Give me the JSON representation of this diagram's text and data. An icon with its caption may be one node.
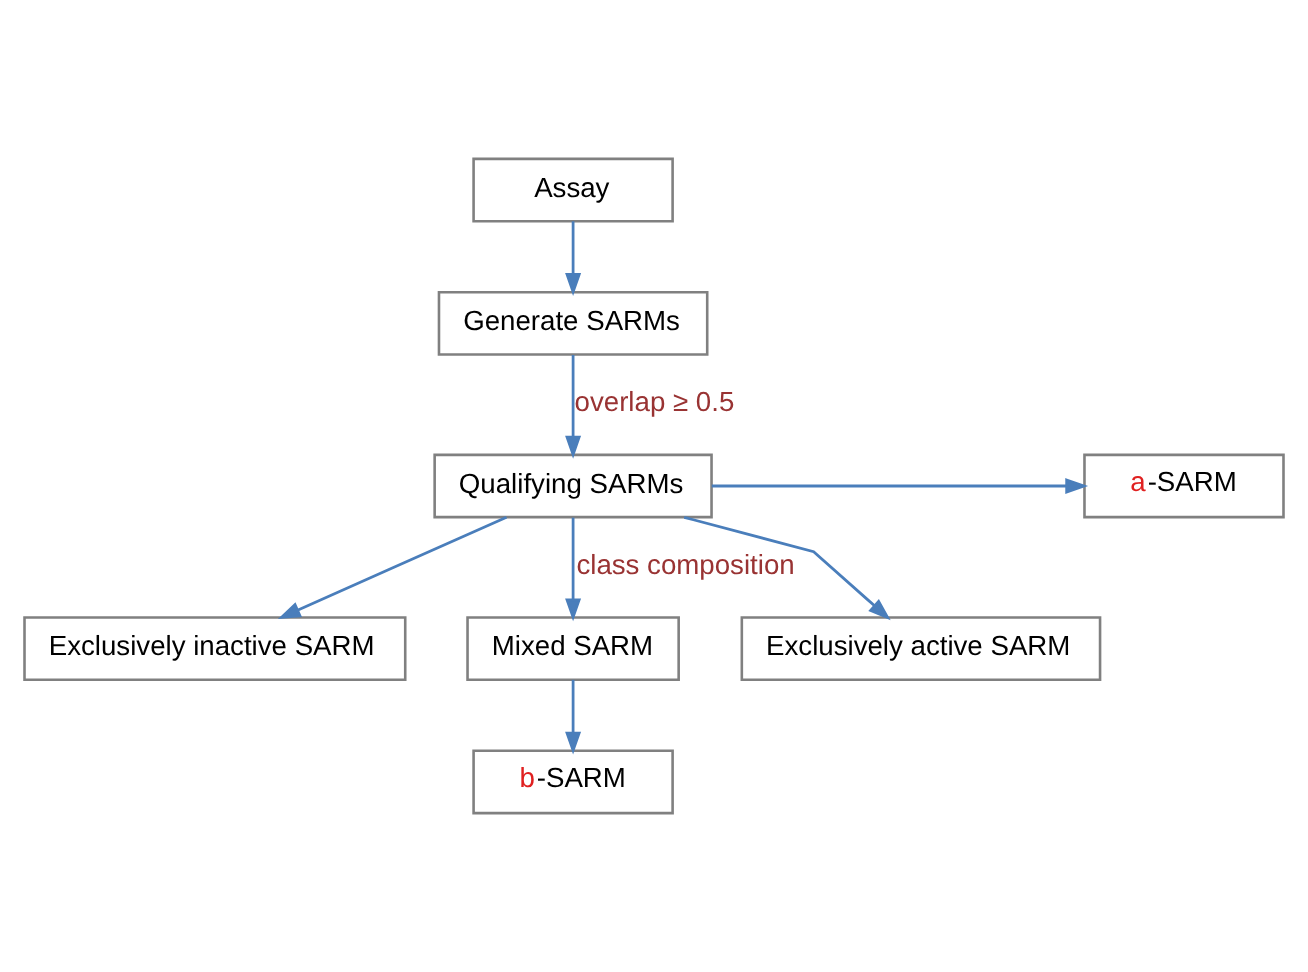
{
  "diagram": {
    "nodes": [
      {
        "text": [
          "Assay"
        ]
      },
      {
        "text": [
          "Generate SARMs"
        ]
      },
      {
        "text": [
          "Qualifying SARMs"
        ]
      },
      {
        "text": [
          "a-SARM"
        ]
      },
      {
        "text": [
          "Exclusively inactive SARM"
        ]
      },
      {
        "text": [
          "Mixed SARM"
        ]
      },
      {
        "text": [
          "Exclusively active SARM"
        ]
      },
      {
        "text": [
          "b-SARM"
        ]
      }
    ],
    "edges": [
      {
        "from": 0,
        "to": 1,
        "arrow": "to"
      },
      {
        "from": 1,
        "to": 2,
        "arrow": "to",
        "label": "overlap ≥ 0.5"
      },
      {
        "from": 2,
        "to": 3,
        "arrow": "to"
      },
      {
        "from": 2,
        "to": 4,
        "arrow": "to"
      },
      {
        "from": 2,
        "to": 5,
        "arrow": "to",
        "label": "class composition"
      },
      {
        "from": 2,
        "to": 6,
        "arrow": "to"
      },
      {
        "from": 5,
        "to": 7,
        "arrow": "to"
      }
    ]
  }
}
